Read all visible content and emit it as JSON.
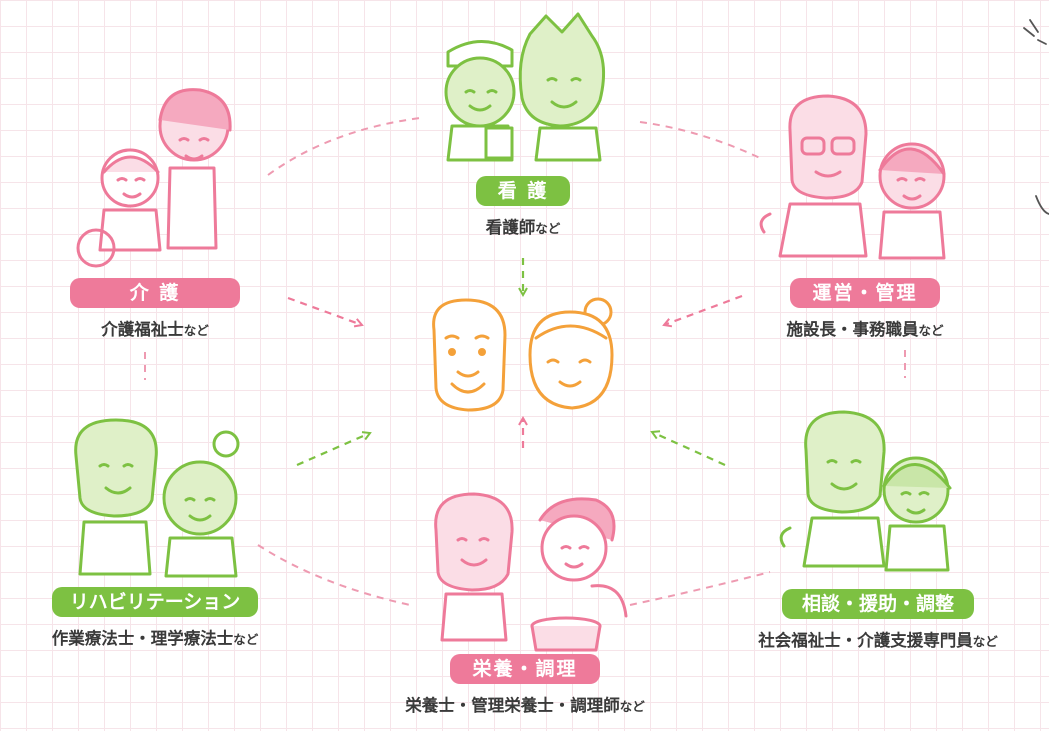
{
  "roles": {
    "nursing": {
      "label": "看 護",
      "desc_main": "看護師",
      "desc_suffix": "など"
    },
    "care": {
      "label": "介 護",
      "desc_main": "介護福祉士",
      "desc_suffix": "など"
    },
    "management": {
      "label": "運営・管理",
      "desc_main": "施設長・事務職員",
      "desc_suffix": "など"
    },
    "rehabilitation": {
      "label": "リハビリテーション",
      "desc_main": "作業療法士・理学療法士",
      "desc_suffix": "など"
    },
    "nutrition": {
      "label": "栄養・調理",
      "desc_main": "栄養士・管理栄養士・調理師",
      "desc_suffix": "など"
    },
    "consultation": {
      "label": "相談・援助・調整",
      "desc_main": "社会福祉士・介護支援専門員",
      "desc_suffix": "など"
    }
  },
  "colors": {
    "pink": "#ee7a9a",
    "green": "#7dc142",
    "orange": "#f4a13a",
    "text": "#3a3a3a",
    "grid": "#f6e4e9"
  },
  "illustrations": {
    "nursing": "nurse-and-male-nurse-icon",
    "care": "caregiver-with-wheelchair-elder-icon",
    "management": "manager-and-office-clerk-icon",
    "rehabilitation": "therapists-icon",
    "nutrition": "chef-and-cook-icon",
    "consultation": "social-workers-icon",
    "center": "elderly-couple-icon"
  }
}
